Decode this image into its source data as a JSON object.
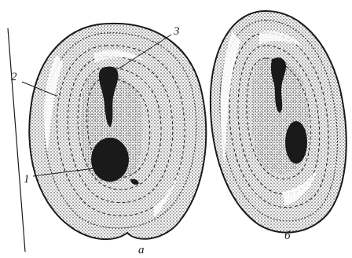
{
  "figure": {
    "callouts": [
      "1",
      "2",
      "3"
    ],
    "panel_labels": [
      "а",
      "б"
    ],
    "colors": {
      "ink": "#1a1a1a",
      "paper": "#ffffff",
      "stipple": "#2a2a2a"
    }
  }
}
